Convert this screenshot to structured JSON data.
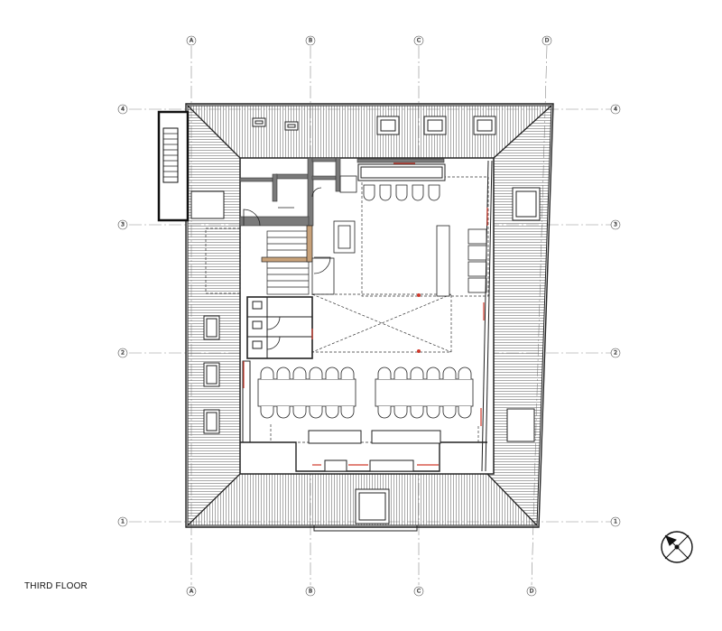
{
  "drawing_title": "THIRD FLOOR",
  "column_grid": [
    "A",
    "B",
    "C",
    "D"
  ],
  "row_grid": [
    "4",
    "3",
    "2",
    "1"
  ],
  "north_symbol": "north-arrow-icon",
  "colors": {
    "line": "#1a1a1a",
    "grid": "#8a8a8a",
    "accent": "#d0392b",
    "fill_dark": "#7a7a7a"
  }
}
